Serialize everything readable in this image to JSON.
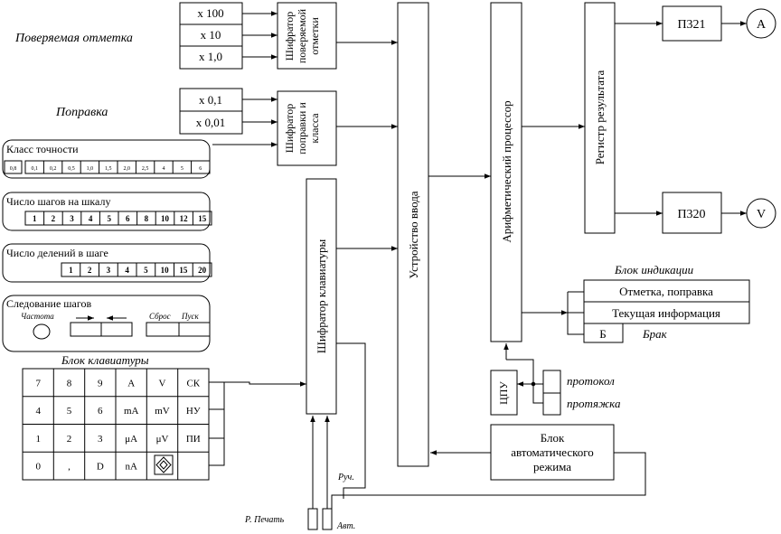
{
  "labels": {
    "checked_mark": "Поверяемая отметка",
    "correction": "Поправка",
    "display_block": "Блок индикации",
    "keyboard_block": "Блок клавиатуры",
    "reject": "Брак",
    "protocol": "протокол",
    "pulling": "протяжка",
    "manual": "Руч.",
    "auto": "Авт.",
    "print": "Р. Печать"
  },
  "mark_buttons": [
    "x 100",
    "x 10",
    "x 1,0"
  ],
  "correction_buttons": [
    "x 0,1",
    "x 0,01"
  ],
  "blocks": {
    "mark_encoder": [
      "Шифратор",
      "поверяемой",
      "отметки"
    ],
    "corr_encoder": [
      "Шифратор",
      "поправки и",
      "класса"
    ],
    "kbd_encoder": "Шифратор клавиатуры",
    "input_device": "Устройство ввода",
    "processor": "Арифметический процессор",
    "result_register": "Регистр результата",
    "p321": "П321",
    "p320": "П320",
    "meter_a": "A",
    "meter_v": "V",
    "cpu": "ЦПУ",
    "auto_block": [
      "Блок",
      "автоматического",
      "режима"
    ]
  },
  "accuracy_class": {
    "title": "Класс точности",
    "first": "0,8",
    "values": [
      "0,1",
      "0,2",
      "0,5",
      "1,0",
      "1,5",
      "2,0",
      "2,5",
      "4",
      "5",
      "6"
    ]
  },
  "steps_per_scale": {
    "title": "Число шагов на шкалу",
    "values": [
      "1",
      "2",
      "3",
      "4",
      "5",
      "6",
      "8",
      "10",
      "12",
      "15"
    ]
  },
  "divisions_per_step": {
    "title": "Число делений в шаге",
    "values": [
      "1",
      "2",
      "3",
      "4",
      "5",
      "10",
      "15",
      "20"
    ]
  },
  "step_sequence": {
    "title": "Следование шагов",
    "frequency": "Частота",
    "reset": "Сброс",
    "start": "Пуск"
  },
  "display_rows": [
    "Отметка, поправка",
    "Текущая информация",
    "Б"
  ],
  "keypad": [
    [
      "7",
      "8",
      "9",
      "A",
      "V",
      "СК"
    ],
    [
      "4",
      "5",
      "6",
      "mA",
      "mV",
      "НУ"
    ],
    [
      "1",
      "2",
      "3",
      "μA",
      "μV",
      "ПИ"
    ],
    [
      "0",
      ",",
      "D",
      "nA",
      "",
      ""
    ]
  ]
}
